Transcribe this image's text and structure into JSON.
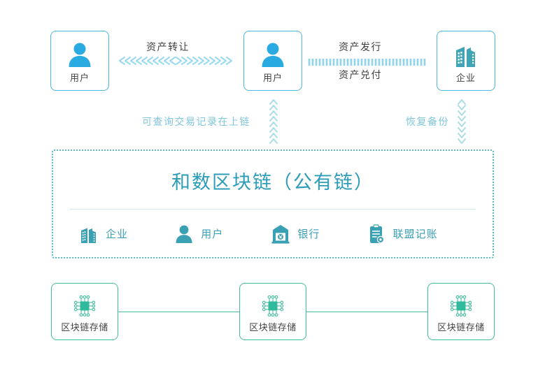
{
  "diagram": {
    "title": "和数区块链（公有链）",
    "entities": [
      {
        "id": "user-left",
        "label": "用户",
        "icon": "person-icon",
        "color": "#29ABE2"
      },
      {
        "id": "user-mid",
        "label": "用户",
        "icon": "person-icon",
        "color": "#29ABE2"
      },
      {
        "id": "enterprise",
        "label": "企业",
        "icon": "building-icon",
        "color": "#3FA5B5"
      }
    ],
    "connectors": {
      "transfer": {
        "label": "资产转让",
        "style": "bidirectional-chevrons",
        "color": "#9BD9F0"
      },
      "issue": {
        "label": "资产发行",
        "style": "dashed-bars",
        "color": "#8FD4EC"
      },
      "redeem": {
        "label": "资产兑付",
        "style": "dashed-bars",
        "color": "#8FD4EC"
      },
      "query": {
        "label": "可查询交易记录在上链",
        "style": "up-chevrons",
        "color": "#A8DCE8"
      },
      "backup": {
        "label": "恢复备份",
        "style": "bidirectional-chevrons-vertical",
        "color": "#A8DCE8"
      }
    },
    "chain_panel": {
      "title": "和数区块链（公有链）",
      "title_color": "#2D9CB8",
      "border_color": "#56BBC4",
      "roles": [
        {
          "label": "企业",
          "icon": "building-icon"
        },
        {
          "label": "用户",
          "icon": "person-icon"
        },
        {
          "label": "银行",
          "icon": "bank-icon"
        },
        {
          "label": "联盟记账",
          "icon": "clipboard-icon"
        }
      ]
    },
    "storage_nodes": [
      {
        "label": "区块链存储",
        "icon": "chip-icon"
      },
      {
        "label": "区块链存储",
        "icon": "chip-icon"
      },
      {
        "label": "区块链存储",
        "icon": "chip-icon"
      }
    ],
    "colors": {
      "blue": "#29ABE2",
      "teal": "#3AA0B4",
      "green": "#3FBD9E",
      "light_blue": "#A8DCE8",
      "text_dark": "#444444"
    }
  }
}
